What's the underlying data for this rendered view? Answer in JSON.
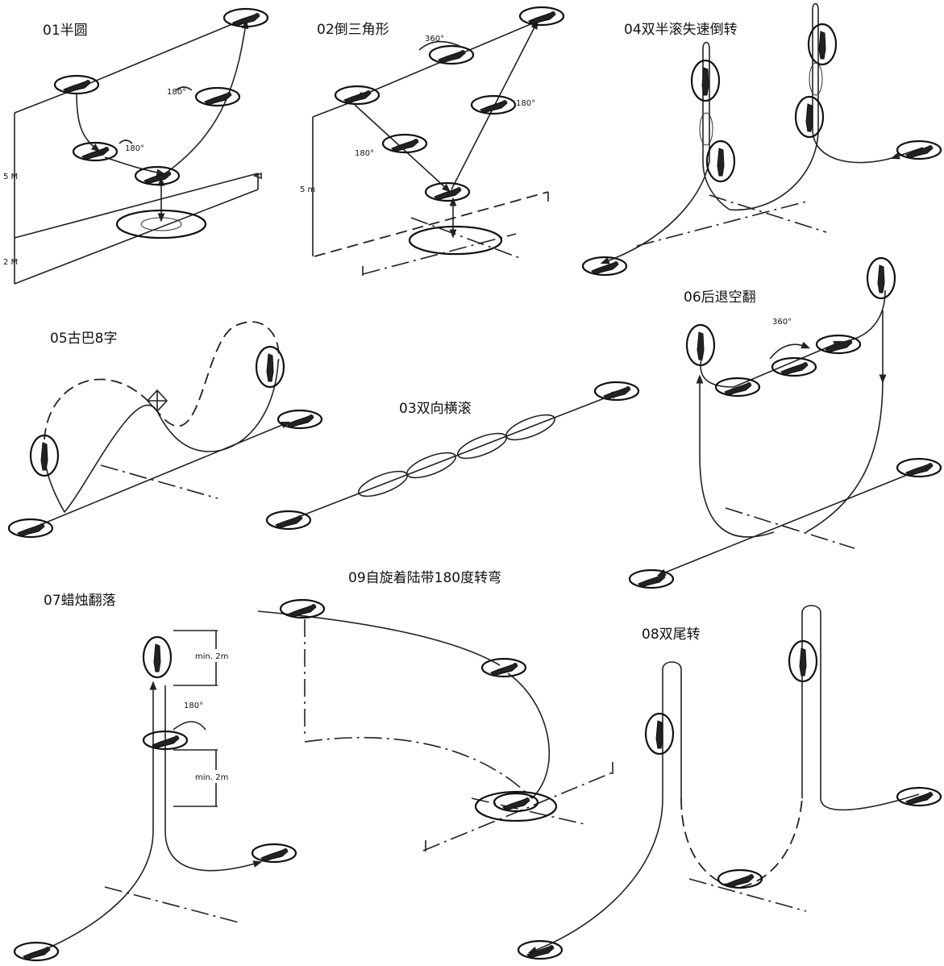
{
  "maneuvers": [
    {
      "id": "01",
      "title": "01半圆",
      "labels": [
        "180°",
        "180°",
        "5 M",
        "2 M"
      ]
    },
    {
      "id": "02",
      "title": "02倒三角形",
      "labels": [
        "360°",
        "180°",
        "180°",
        "5 m"
      ]
    },
    {
      "id": "04",
      "title": "04双半滚失速倒转"
    },
    {
      "id": "05",
      "title": "05古巴8字"
    },
    {
      "id": "03",
      "title": "03双向横滚"
    },
    {
      "id": "06",
      "title": "06后退空翻",
      "labels": [
        "360°"
      ]
    },
    {
      "id": "07",
      "title": "07蜡烛翻落",
      "labels": [
        "min. 2m",
        "180°",
        "min. 2m"
      ]
    },
    {
      "id": "09",
      "title": "09自旋着陆带180度转弯"
    },
    {
      "id": "08",
      "title": "08双尾转"
    }
  ]
}
